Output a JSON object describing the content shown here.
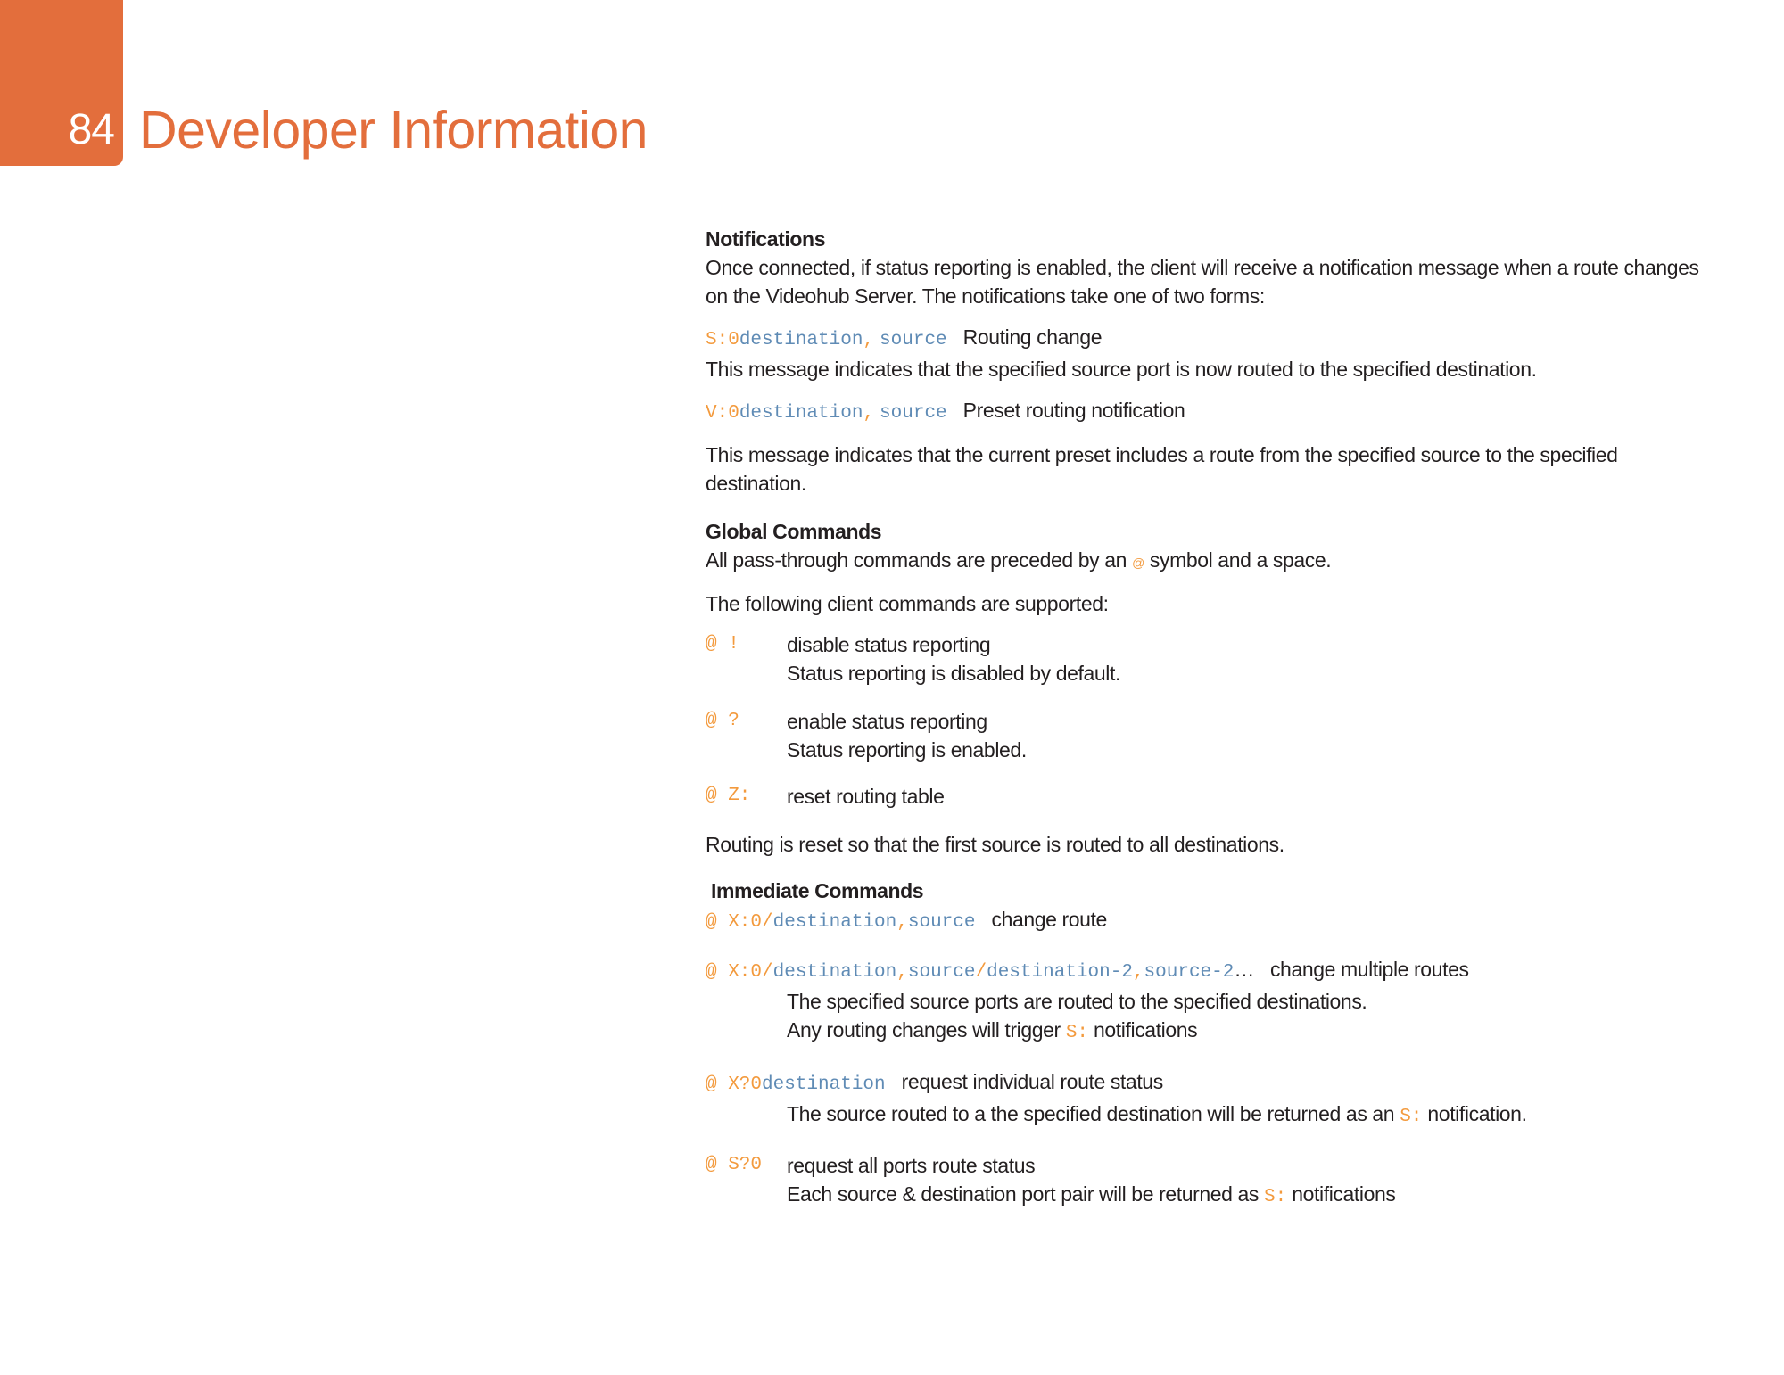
{
  "header": {
    "page_number": "84",
    "title": "Developer Information"
  },
  "notifications": {
    "heading": "Notifications",
    "intro": "Once connected, if status reporting is enabled, the client will receive a notification message when a route changes on the Videohub Server. The notifications take one of two forms:",
    "s_prefix": "S:0",
    "dest": "destination",
    "comma": ",",
    "src": "source",
    "s_label": "Routing change",
    "s_desc": "This message indicates that the specified source port is now routed to the specified destination.",
    "v_prefix": "V:0",
    "v_label": "Preset routing notification",
    "v_desc": "This message indicates that the current preset includes a route from the specified source to the specified destination."
  },
  "global": {
    "heading": "Global Commands",
    "intro_a": "All pass-through commands are preceded by an ",
    "at": "@",
    "intro_b": " symbol and a space.",
    "supported": "The following client commands are supported:",
    "c1_code": "@ !",
    "c1_label": "disable status reporting",
    "c1_desc": "Status reporting is disabled by default.",
    "c2_code": "@ ?",
    "c2_label": "enable status reporting",
    "c2_desc": "Status reporting is enabled.",
    "c3_code": "@ Z:",
    "c3_label": "reset routing table",
    "reset_desc": "Routing is reset so that the first source is routed to all destinations."
  },
  "immediate": {
    "heading": "Immediate Commands",
    "x_prefix": "@ X:0/",
    "dest": "destination",
    "comma": ",",
    "src": "source",
    "slash": "/",
    "dest2": "destination-2",
    "src2": "source-2",
    "ellipsis": "…",
    "x1_label": "change route",
    "x2_label": "change multiple routes",
    "x2_desc1": "The specified source ports are routed to the specified destinations.",
    "x2_desc2a": "Any routing changes will trigger ",
    "s_code": "S:",
    "x2_desc2b": " notifications",
    "x3_prefix": "@ X?0",
    "x3_label": "request individual route status",
    "x3_desc_a": "The source routed to a the specified destination will be returned as an ",
    "x3_desc_b": " notification.",
    "x4_code": "@ S?0",
    "x4_label": "request all ports route status",
    "x4_desc_a": "Each source & destination port pair will be returned as ",
    "x4_desc_b": " notifications"
  }
}
